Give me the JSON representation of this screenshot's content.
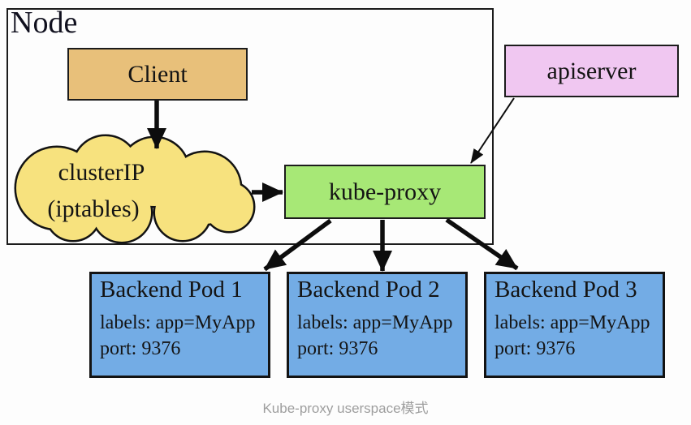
{
  "diagram": {
    "node": {
      "label": "Node"
    },
    "client": {
      "label": "Client"
    },
    "cluster_ip": {
      "line1": "clusterIP",
      "line2": "(iptables)"
    },
    "kube_proxy": {
      "label": "kube-proxy"
    },
    "apiserver": {
      "label": "apiserver"
    },
    "pods": [
      {
        "title": "Backend Pod 1",
        "labels": "labels: app=MyApp",
        "port": "port: 9376"
      },
      {
        "title": "Backend Pod 2",
        "labels": "labels: app=MyApp",
        "port": "port: 9376"
      },
      {
        "title": "Backend Pod 3",
        "labels": "labels: app=MyApp",
        "port": "port: 9376"
      }
    ],
    "caption": "Kube-proxy userspace模式",
    "colors": {
      "client_fill": "#E8C07A",
      "cluster_ip_fill": "#F7E27E",
      "kube_proxy_fill": "#A7E876",
      "apiserver_fill": "#F0C7F1",
      "pod_fill": "#73ACE5",
      "border": "#1C1C1C",
      "caption_text": "#9E9E9E"
    },
    "edges": [
      {
        "from": "client",
        "to": "cluster_ip",
        "style": "thick"
      },
      {
        "from": "cluster_ip",
        "to": "kube_proxy",
        "style": "thick"
      },
      {
        "from": "apiserver",
        "to": "kube_proxy",
        "style": "thin"
      },
      {
        "from": "kube_proxy",
        "to": "backend_pod_1",
        "style": "thick"
      },
      {
        "from": "kube_proxy",
        "to": "backend_pod_2",
        "style": "thick"
      },
      {
        "from": "kube_proxy",
        "to": "backend_pod_3",
        "style": "thick"
      }
    ]
  }
}
